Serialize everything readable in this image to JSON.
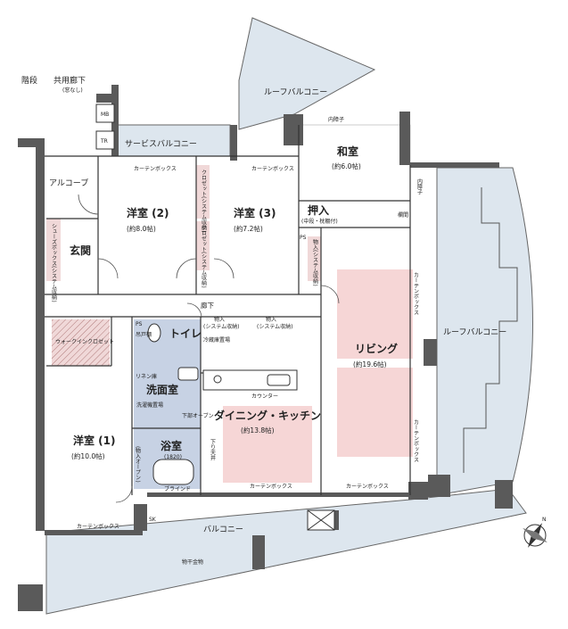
{
  "colors": {
    "wall": "#5a5a5a",
    "balcony": "#dde6ee",
    "living_pink": "#f6d6d6",
    "wet_area": "#c7d2e4",
    "closet_pink": "#f0d8d8",
    "closet_hatch": "#b07a7a",
    "line": "#333333"
  },
  "labels": {
    "stairs": "階段",
    "common_corridor": "共用廊下",
    "common_note": "(窓なし)",
    "mb": "MB",
    "tr": "TR",
    "roof_balcony_top": "ルーフバルコニー",
    "service_balcony": "サービスバルコニー",
    "alcove": "アルコーブ",
    "western2_name": "洋室 (2)",
    "western2_size": "(約8.0帖)",
    "western3_name": "洋室 (3)",
    "western3_size": "(約7.2帖)",
    "japanese_name": "和室",
    "japanese_size": "(約6.0帖)",
    "oshiire": "押入",
    "oshiire_note": "(中段・枕棚付)",
    "closet_a": "クロゼット(システム収納)",
    "closet_b": "クロゼット(システム収納)",
    "shoes_box": "シューズボックス(システム収納)",
    "entrance": "玄関",
    "corridor": "廊下",
    "storage1": "物入",
    "storage1_note": "(システム収納)",
    "storage2": "物入",
    "storage2_note": "(システム収納)",
    "storage3": "物入(システム収納)",
    "walk_in_closet": "ウォークインクロゼット",
    "ps1": "PS",
    "ps2": "PS",
    "hanging_shelf": "吊戸棚",
    "toilet": "トイレ",
    "fridge": "冷蔵庫置場",
    "linen": "リネン庫",
    "washroom": "洗面室",
    "washer": "洗濯機置場",
    "lower_oven": "下部オーブン",
    "counter": "カウンター",
    "dining_kitchen_name": "ダイニング・キッチン",
    "dining_kitchen_size": "(約13.8帖)",
    "living_name": "リビング",
    "living_size": "(約19.6帖)",
    "roof_balcony_right": "ルーフバルコニー",
    "western1_name": "洋室 (1)",
    "western1_size": "(約10.0帖)",
    "bath_name": "浴室",
    "bath_size": "(1820)",
    "storage_bottom": "(物入オープン)",
    "blind": "ブラインド",
    "sk": "SK",
    "balcony": "バルコニー",
    "curtain_box": "カーテンボックス",
    "drying_rack": "物干金物",
    "uchi_shoji": "内障子",
    "ranma": "欄間",
    "shita_tenjo": "下り天井",
    "compass": "N"
  }
}
